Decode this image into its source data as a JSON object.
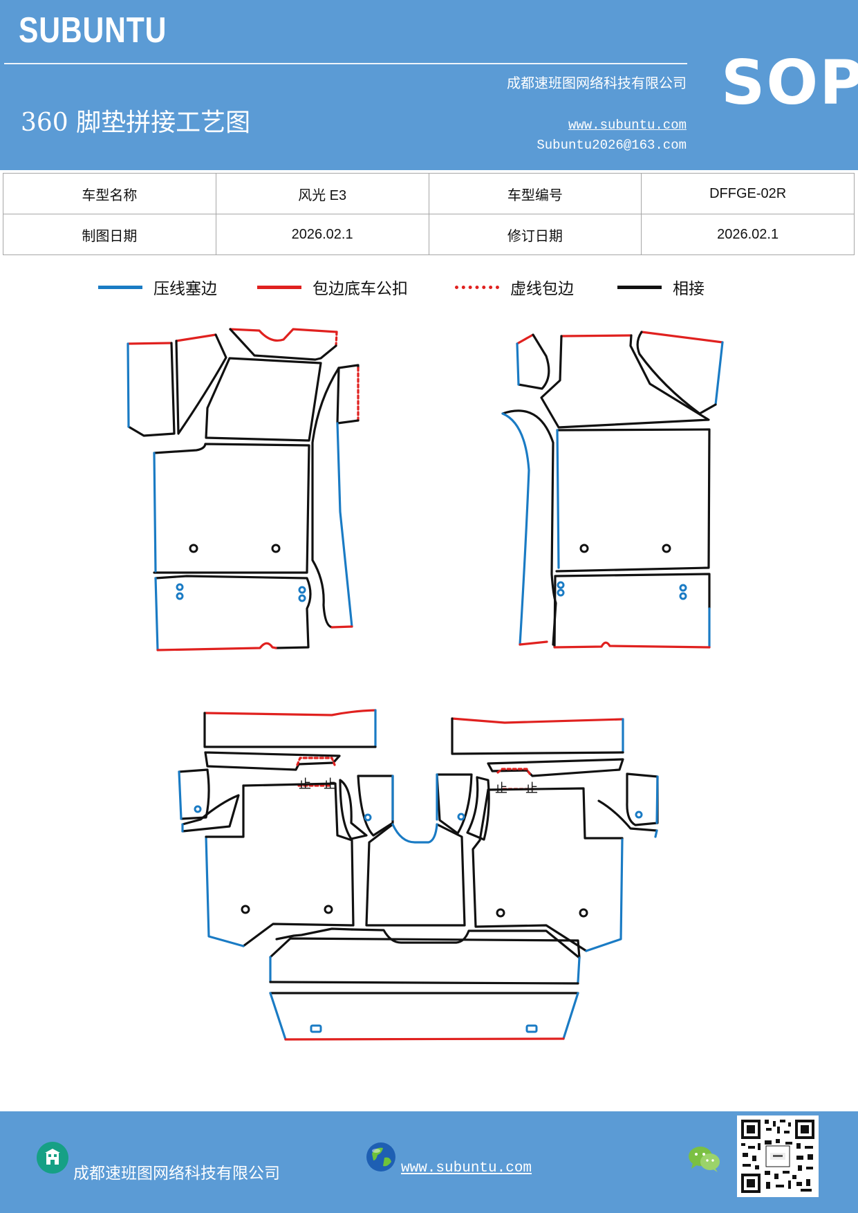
{
  "header": {
    "brand": "SUBUNTU",
    "company": "成都速班图网络科技有限公司",
    "title": "360 脚垫拼接工艺图",
    "website": "www.subuntu.com",
    "email": "Subuntu2026@163.com",
    "badge": "SOP",
    "background": "#5b9bd5"
  },
  "info": {
    "row1": {
      "label1": "车型名称",
      "value1": "风光 E3",
      "label2": "车型编号",
      "value2": "DFFGE-02R"
    },
    "row2": {
      "label1": "制图日期",
      "value1": "2026.02.1",
      "label2": "修订日期",
      "value2": "2026.02.1"
    }
  },
  "legend": [
    {
      "label": "压线塞边",
      "color": "#1a7bc4",
      "style": "solid"
    },
    {
      "label": "包边底车公扣",
      "color": "#e0211f",
      "style": "solid"
    },
    {
      "label": "虚线包边",
      "color": "#e0211f",
      "style": "dotted"
    },
    {
      "label": "相接",
      "color": "#111111",
      "style": "solid"
    }
  ],
  "footer": {
    "company": "成都速班图网络科技有限公司",
    "website": "www.subuntu.com",
    "icons": [
      "building-icon",
      "globe-icon",
      "wechat-icon",
      "qr-code"
    ]
  }
}
